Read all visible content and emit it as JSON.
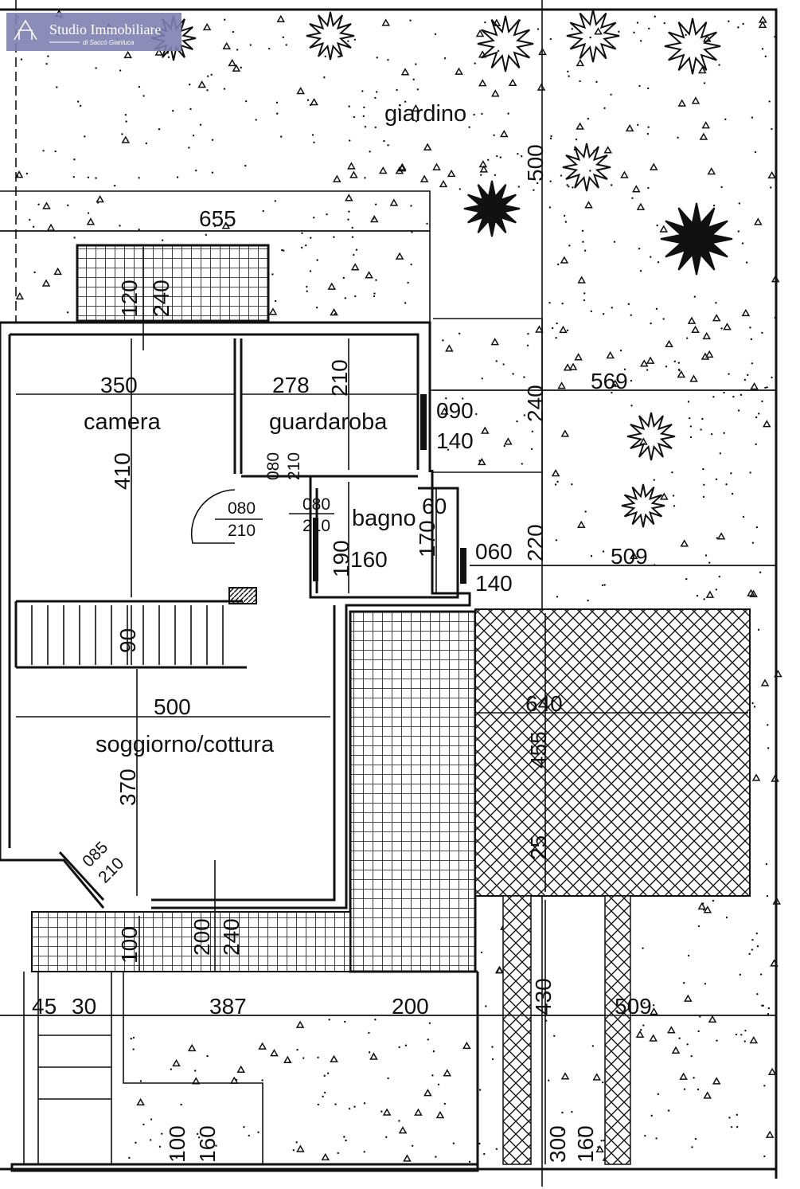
{
  "logo": {
    "name": "Studio Immobiliare",
    "subtitle": "di Saccò Gianluca",
    "color": "#7f7fb0"
  },
  "rooms": {
    "giardino": "giardino",
    "camera": "camera",
    "guardaroba": "guardaroba",
    "bagno": "bagno",
    "soggiorno": "soggiorno/cottura"
  },
  "dimensions": {
    "d655": "655",
    "d120": "120",
    "d240a": "240",
    "d350": "350",
    "d278": "278",
    "d210a": "210",
    "d410": "410",
    "d090": "090",
    "d140a": "140",
    "door1_w": "080",
    "door1_h": "210",
    "door2_w": "080",
    "door2_h": "210",
    "door3_w": "080",
    "door3_h": "210",
    "d60": "60",
    "d170": "170",
    "d190": "190",
    "d160a": "160",
    "d060": "060",
    "d140b": "140",
    "d240b": "240",
    "d569": "569",
    "d500a": "500",
    "d220": "220",
    "d509a": "509",
    "d90": "90",
    "d500b": "500",
    "d370": "370",
    "door4_w": "085",
    "door4_h": "210",
    "d640": "640",
    "d455": "455",
    "d25": "25",
    "d200a": "200",
    "d240c": "240",
    "d100a": "100",
    "d45": "45",
    "d30": "30",
    "d387": "387",
    "d200b": "200",
    "d430": "430",
    "d509b": "509",
    "d100b": "100",
    "d160b": "160",
    "d300": "300",
    "d160c": "160"
  },
  "colors": {
    "ink": "#111111",
    "paper": "#ffffff"
  }
}
